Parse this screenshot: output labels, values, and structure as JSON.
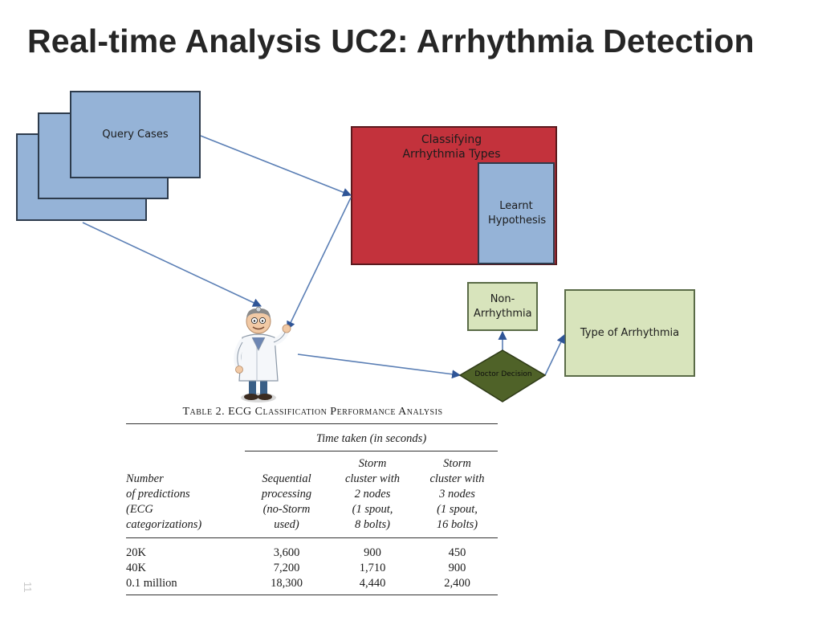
{
  "slide": {
    "title": "Real-time Analysis UC2: Arrhythmia Detection",
    "page_number": "11"
  },
  "diagram": {
    "query_cases": "Query Cases",
    "classifying": "Classifying Arrhythmia Types",
    "learnt_hypothesis": "Learnt Hypothesis",
    "non_arrhythmia": "Non-Arrhythmia",
    "type_of_arrhythmia": "Type of Arrhythmia",
    "doctor_decision": "Doctor Decision",
    "colors": {
      "blue_box": "#95b3d7",
      "red_box": "#c3323c",
      "green_box": "#d8e4bc",
      "diamond": "#4f6228",
      "arrow": "#2f5597"
    }
  },
  "table": {
    "caption": "Table 2. ECG Classification Performance Analysis",
    "span_header": "Time taken (in seconds)",
    "columns": [
      [
        "Number",
        "of predictions",
        "(ECG",
        "categorizations)"
      ],
      [
        "Sequential",
        "processing",
        "(no-Storm",
        "used)"
      ],
      [
        "Storm",
        "cluster with",
        "2 nodes",
        "(1 spout,",
        "8 bolts)"
      ],
      [
        "Storm",
        "cluster with",
        "3 nodes",
        "(1 spout,",
        "16 bolts)"
      ]
    ],
    "rows": [
      [
        "20K",
        "3,600",
        "900",
        "450"
      ],
      [
        "40K",
        "7,200",
        "1,710",
        "900"
      ],
      [
        "0.1 million",
        "18,300",
        "4,440",
        "2,400"
      ]
    ]
  }
}
